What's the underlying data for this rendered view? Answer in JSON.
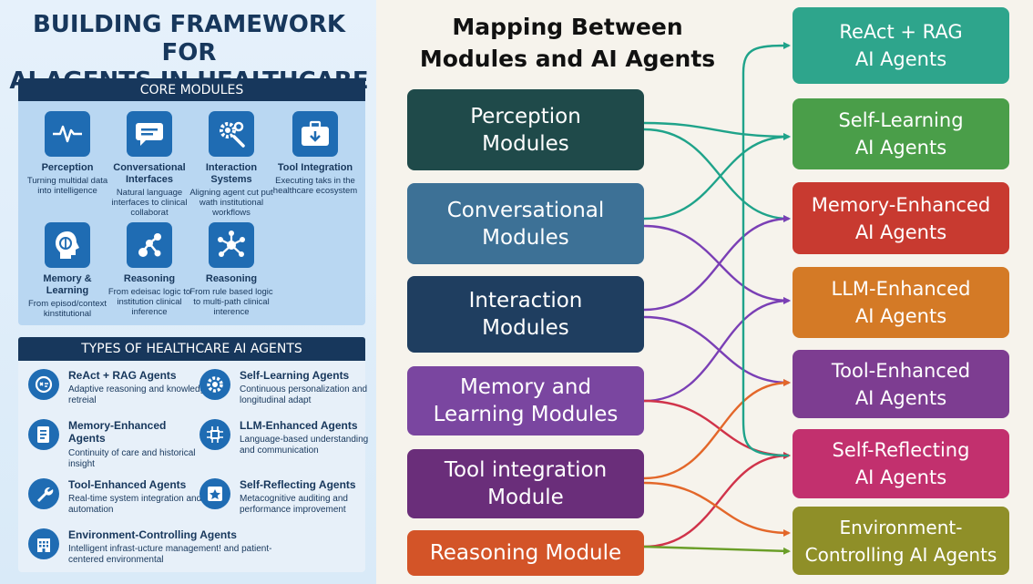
{
  "left_panel": {
    "title": "BUILDING FRAMEWORK FOR\nAI AGENTS IN HEALTHCARE",
    "core_modules_header": "CORE MODULES",
    "core_modules": [
      {
        "name": "Perception",
        "desc": "Turning multidal data into intelligence",
        "icon": "heartbeat-icon"
      },
      {
        "name": "Conversational Interfaces",
        "desc": "Natural language interfaces to clinical collaborat",
        "icon": "chat-bubble-icon"
      },
      {
        "name": "Interaction Systems",
        "desc": "Aligning agent cut put wath institutional workflows",
        "icon": "gears-icon"
      },
      {
        "name": "Tool Integration",
        "desc": "Executing taks in the healthcare ecosystem",
        "icon": "medical-kit-icon"
      },
      {
        "name": "Memory & Learning",
        "desc": "From episod/context kinstitutional",
        "icon": "brain-head-icon"
      },
      {
        "name": "Reasoning",
        "desc": "From edeisac logic to institution clinical inference",
        "icon": "network-icon"
      },
      {
        "name": "Reasoning",
        "desc": "From rule based logic to multi-path clinical interence",
        "icon": "hub-icon"
      }
    ],
    "agent_types_header": "TYPES OF HEALTHCARE AI AGENTS",
    "agent_types": [
      {
        "name": "ReAct + RAG Agents",
        "desc": "Adaptive reasoning and knowledge retreial",
        "icon": "robot-icon"
      },
      {
        "name": "Self-Learning Agents",
        "desc": "Continuous personalization and longitudinal adapt",
        "icon": "gear-cycle-icon"
      },
      {
        "name": "Memory-Enhanced Agents",
        "desc": "Continuity of care and historical insight",
        "icon": "document-icon"
      },
      {
        "name": "LLM-Enhanced Agents",
        "desc": "Language-based understanding and communication",
        "icon": "chip-icon"
      },
      {
        "name": "Tool-Enhanced Agents",
        "desc": "Real-time system integration and automation",
        "icon": "wrench-icon"
      },
      {
        "name": "Self-Reflecting Agents",
        "desc": "Metacognitive auditing and performance improvement",
        "icon": "star-shield-icon"
      },
      {
        "name": "Environment-Controlling Agents",
        "desc": "Intelligent infrast-ucture management! and patient-centered environmental",
        "icon": "hospital-icon"
      }
    ]
  },
  "mapping": {
    "title": "Mapping Between\nModules and AI Agents",
    "modules": [
      {
        "label": "Perception\nModules",
        "color": "#1f4a4a"
      },
      {
        "label": "Conversational\nModules",
        "color": "#3d7196"
      },
      {
        "label": "Interaction\nModules",
        "color": "#1f3e60"
      },
      {
        "label": "Memory and\nLearning Modules",
        "color": "#7a46a0"
      },
      {
        "label": "Tool integration\nModule",
        "color": "#6a2e7a"
      },
      {
        "label": "Reasoning Module",
        "color": "#d35428"
      }
    ],
    "agents": [
      {
        "label": "ReAct + RAG\nAI Agents",
        "color": "#2ea58c"
      },
      {
        "label": "Self-Learning\nAI Agents",
        "color": "#4a9e49"
      },
      {
        "label": "Memory-Enhanced\nAI Agents",
        "color": "#c83a30"
      },
      {
        "label": "LLM-Enhanced\nAI Agents",
        "color": "#d47a26"
      },
      {
        "label": "Tool-Enhanced\nAI Agents",
        "color": "#7d3d91"
      },
      {
        "label": "Self-Reflecting\nAI Agents",
        "color": "#c2306e"
      },
      {
        "label": "Environment-\nControlling AI Agents",
        "color": "#8f8f28"
      }
    ]
  }
}
